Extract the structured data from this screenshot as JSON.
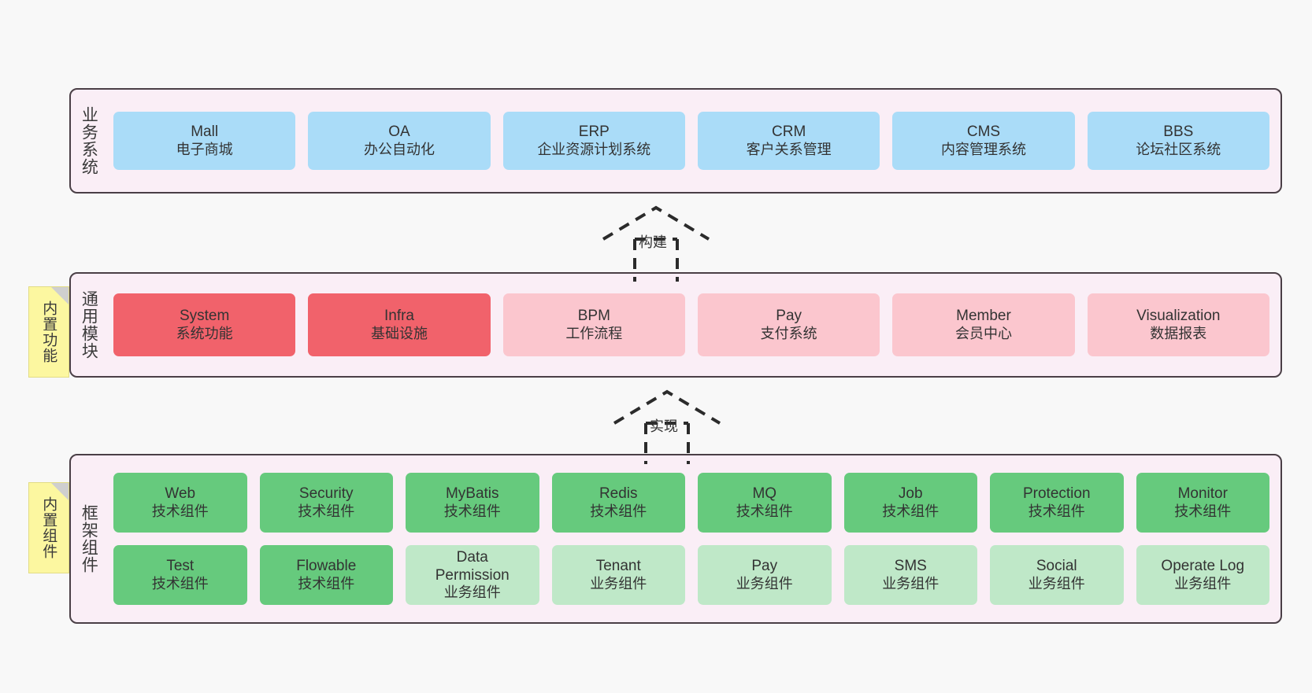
{
  "diagram": {
    "background_color": "#f8f8f8",
    "layer_fill": "#faeef6",
    "layer_border": "#4a3f46"
  },
  "layers": [
    {
      "id": "business-systems",
      "title": "业务系统",
      "rows": [
        {
          "cards": [
            {
              "name": "Mall",
              "subtitle": "电子商城",
              "color": "#aadcf8",
              "style": "c-blue"
            },
            {
              "name": "OA",
              "subtitle": "办公自动化",
              "color": "#aadcf8",
              "style": "c-blue"
            },
            {
              "name": "ERP",
              "subtitle": "企业资源计划系统",
              "color": "#aadcf8",
              "style": "c-blue"
            },
            {
              "name": "CRM",
              "subtitle": "客户关系管理",
              "color": "#aadcf8",
              "style": "c-blue"
            },
            {
              "name": "CMS",
              "subtitle": "内容管理系统",
              "color": "#aadcf8",
              "style": "c-blue"
            },
            {
              "name": "BBS",
              "subtitle": "论坛社区系统",
              "color": "#aadcf8",
              "style": "c-blue"
            }
          ]
        }
      ]
    },
    {
      "id": "common-modules",
      "title": "通用模块",
      "note": "内置功能",
      "rows": [
        {
          "cards": [
            {
              "name": "System",
              "subtitle": "系统功能",
              "color": "#f1626b",
              "style": "c-red"
            },
            {
              "name": "Infra",
              "subtitle": "基础设施",
              "color": "#f1626b",
              "style": "c-red"
            },
            {
              "name": "BPM",
              "subtitle": "工作流程",
              "color": "#fbc6ce",
              "style": "c-pink"
            },
            {
              "name": "Pay",
              "subtitle": "支付系统",
              "color": "#fbc6ce",
              "style": "c-pink"
            },
            {
              "name": "Member",
              "subtitle": "会员中心",
              "color": "#fbc6ce",
              "style": "c-pink"
            },
            {
              "name": "Visualization",
              "subtitle": "数据报表",
              "color": "#fbc6ce",
              "style": "c-pink"
            }
          ]
        }
      ]
    },
    {
      "id": "framework-components",
      "title": "框架组件",
      "note": "内置组件",
      "rows": [
        {
          "cards": [
            {
              "name": "Web",
              "subtitle": "技术组件",
              "color": "#66ca7d",
              "style": "c-green"
            },
            {
              "name": "Security",
              "subtitle": "技术组件",
              "color": "#66ca7d",
              "style": "c-green"
            },
            {
              "name": "MyBatis",
              "subtitle": "技术组件",
              "color": "#66ca7d",
              "style": "c-green"
            },
            {
              "name": "Redis",
              "subtitle": "技术组件",
              "color": "#66ca7d",
              "style": "c-green"
            },
            {
              "name": "MQ",
              "subtitle": "技术组件",
              "color": "#66ca7d",
              "style": "c-green"
            },
            {
              "name": "Job",
              "subtitle": "技术组件",
              "color": "#66ca7d",
              "style": "c-green"
            },
            {
              "name": "Protection",
              "subtitle": "技术组件",
              "color": "#66ca7d",
              "style": "c-green"
            },
            {
              "name": "Monitor",
              "subtitle": "技术组件",
              "color": "#66ca7d",
              "style": "c-green"
            }
          ]
        },
        {
          "cards": [
            {
              "name": "Test",
              "subtitle": "技术组件",
              "color": "#66ca7d",
              "style": "c-green"
            },
            {
              "name": "Flowable",
              "subtitle": "技术组件",
              "color": "#66ca7d",
              "style": "c-green"
            },
            {
              "name": "Data Permission",
              "subtitle": "业务组件",
              "color": "#bfe8c8",
              "style": "c-lightgreen"
            },
            {
              "name": "Tenant",
              "subtitle": "业务组件",
              "color": "#bfe8c8",
              "style": "c-lightgreen"
            },
            {
              "name": "Pay",
              "subtitle": "业务组件",
              "color": "#bfe8c8",
              "style": "c-lightgreen"
            },
            {
              "name": "SMS",
              "subtitle": "业务组件",
              "color": "#bfe8c8",
              "style": "c-lightgreen"
            },
            {
              "name": "Social",
              "subtitle": "业务组件",
              "color": "#bfe8c8",
              "style": "c-lightgreen"
            },
            {
              "name": "Operate Log",
              "subtitle": "业务组件",
              "color": "#bfe8c8",
              "style": "c-lightgreen"
            }
          ]
        }
      ]
    }
  ],
  "connectors": [
    {
      "id": "build",
      "label": "构建",
      "style": "dashed-generalization"
    },
    {
      "id": "implement",
      "label": "实现",
      "style": "dashed-generalization"
    }
  ]
}
